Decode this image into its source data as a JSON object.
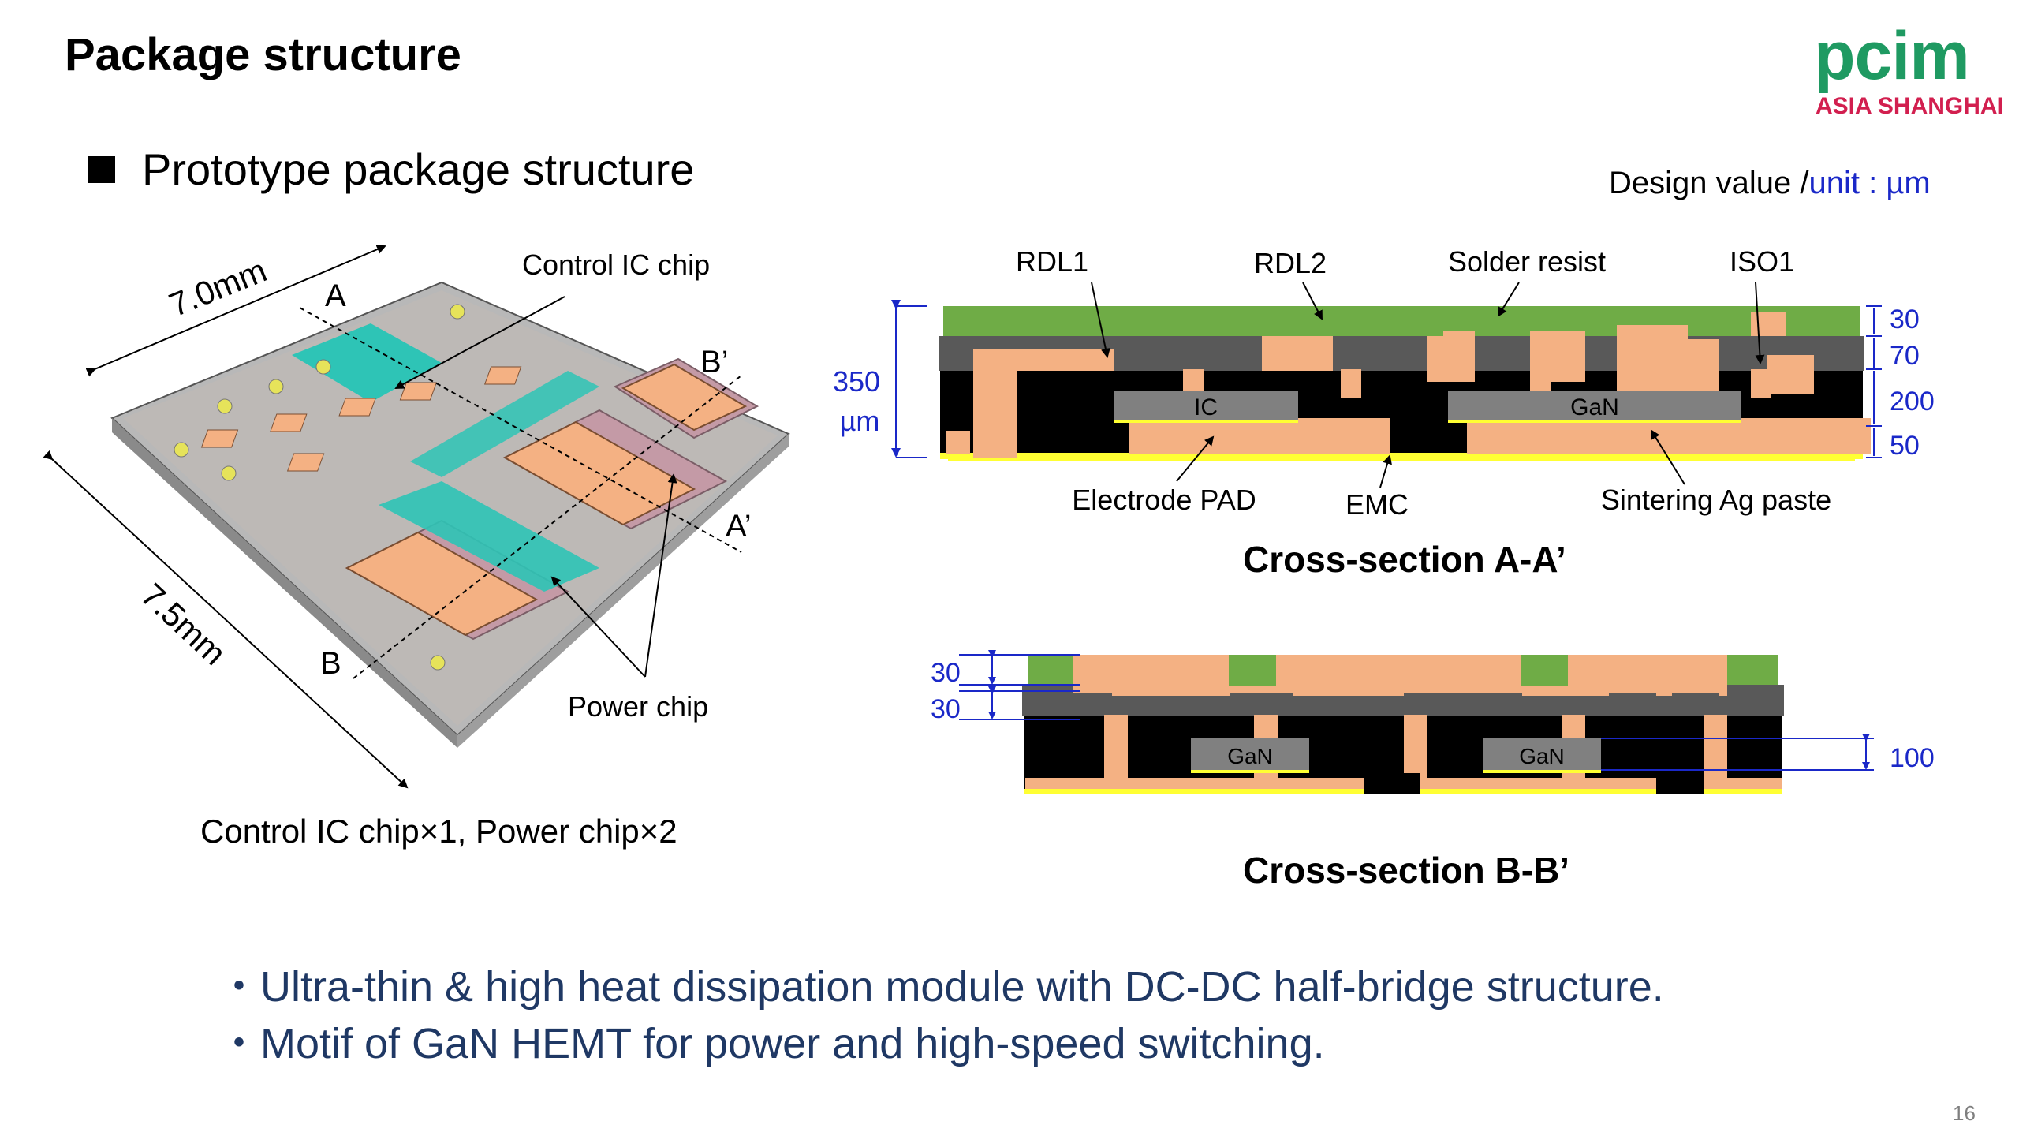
{
  "slide": {
    "title": "Package structure",
    "subtitle": "Prototype package structure",
    "page_number": "16"
  },
  "logo": {
    "main": "pcim",
    "sub": "ASIA SHANGHAI"
  },
  "design_value": {
    "label": "Design value /",
    "unit": "unit : µm"
  },
  "package_3d": {
    "dim_width": "7.0mm",
    "dim_length": "7.5mm",
    "label_A": "A",
    "label_A_prime": "A’",
    "label_B": "B",
    "label_B_prime": "B’",
    "control_ic_label": "Control IC chip",
    "power_chip_label": "Power chip",
    "chip_count": "Control IC chip×1, Power chip×2"
  },
  "cross_section_a": {
    "caption": "Cross-section A-A’",
    "labels": {
      "rdl1": "RDL1",
      "rdl2": "RDL2",
      "solder_resist": "Solder resist",
      "iso1": "ISO1",
      "electrode_pad": "Electrode PAD",
      "emc": "EMC",
      "sintering": "Sintering Ag paste",
      "ic": "IC",
      "gan": "GaN"
    },
    "total_thickness": "350",
    "total_unit": "µm",
    "layer_dims": [
      "30",
      "70",
      "200",
      "50"
    ]
  },
  "cross_section_b": {
    "caption": "Cross-section B-B’",
    "gan_left": "GaN",
    "gan_right": "GaN",
    "dims": [
      "30",
      "30",
      "100"
    ]
  },
  "bullets": [
    "・Ultra-thin & high heat dissipation module with DC-DC half-bridge structure.",
    "・Motif of GaN HEMT for power and high-speed switching."
  ],
  "colors": {
    "green": "#6fac46",
    "copper": "#f4b183",
    "cyan": "#2ec4b6",
    "mauve": "#c49aa6",
    "dim_blue": "#1a28c8",
    "bullet_navy": "#1f3864",
    "logo_green": "#1f9a62",
    "logo_red": "#d21f4f"
  }
}
